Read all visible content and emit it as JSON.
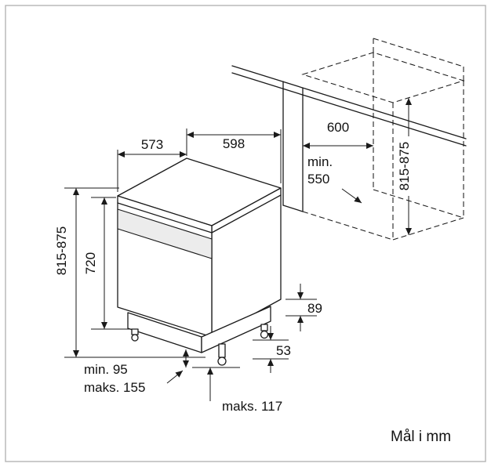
{
  "caption": "Mål i mm",
  "colors": {
    "line": "#1a1a1a",
    "panel_band": "#ececec",
    "border": "#b5b5b5"
  },
  "dims": {
    "depth_top": "573",
    "width_top": "598",
    "niche_width": "600",
    "niche_depth_label": "min.",
    "niche_depth_value": "550",
    "height_range_left": "815-875",
    "height_range_right": "815-875",
    "door_height": "720",
    "rear_clearance": "89",
    "foot_min": "min. 95",
    "foot_max": "maks. 155",
    "rear_foot": "53",
    "plinth_max": "maks. 117"
  }
}
